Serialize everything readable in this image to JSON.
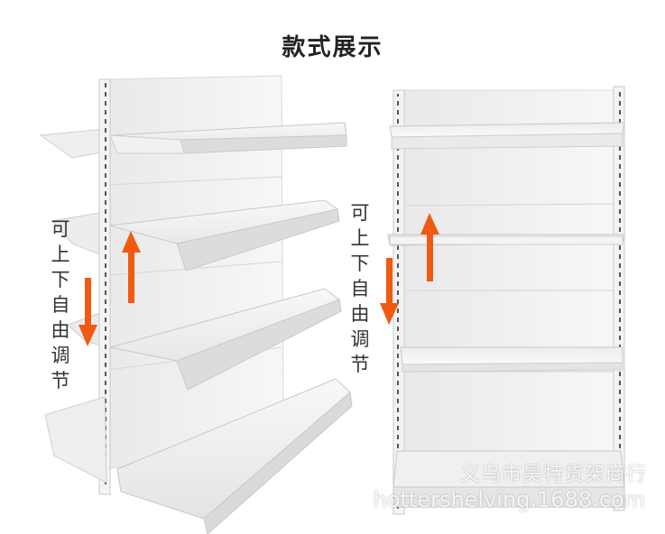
{
  "title": "款式展示",
  "left_label": "可上下自由调节",
  "right_label": "可上下自由调节",
  "watermark": {
    "shop": "义乌市昊特货架商行",
    "url": "hottershelving.1688.com"
  },
  "colors": {
    "arrow": "#f15a12",
    "shelf": "#f3f3f3",
    "frame": "#e8e8e8"
  }
}
